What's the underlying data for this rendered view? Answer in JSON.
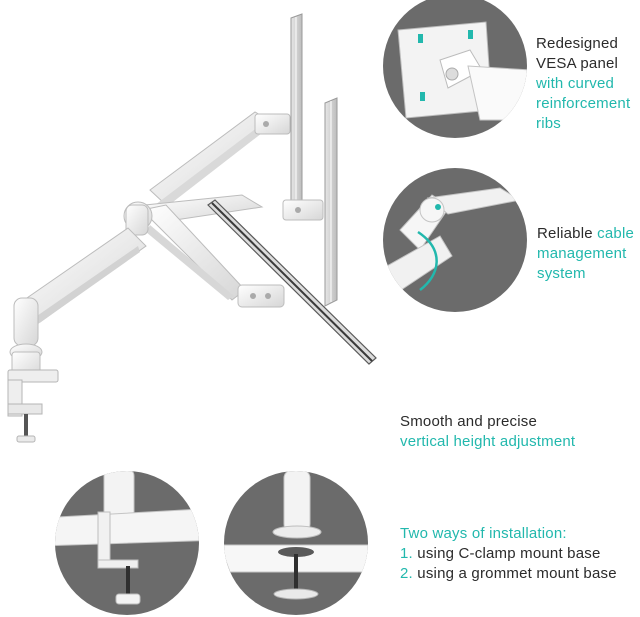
{
  "colors": {
    "accent": "#22b8ad",
    "text": "#2b2b2b",
    "circle_bg": "#6b6b6b",
    "mount_white": "#f1f1f1"
  },
  "features": {
    "vesa": {
      "line1": "Redesigned",
      "line2": "VESA panel",
      "line3": "with curved",
      "line4": "reinforcement",
      "line5": "ribs"
    },
    "cable": {
      "line1_plain": "Reliable ",
      "line1_accent": "cable",
      "line2": "management",
      "line3": "system"
    },
    "height": {
      "line1": "Smooth and precise",
      "line2": "vertical height adjustment"
    },
    "install": {
      "title": "Two ways of installation:",
      "item1_num": "1.",
      "item1_text": " using C-clamp mount base",
      "item2_num": "2.",
      "item2_text": " using a grommet mount base"
    }
  }
}
